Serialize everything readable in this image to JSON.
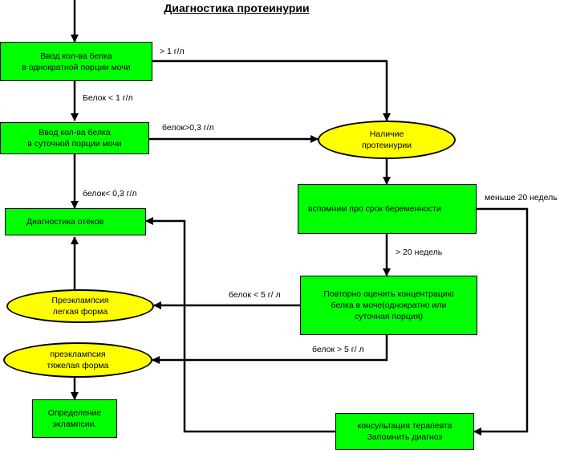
{
  "title": "Диагностика протеинурии",
  "nodes": {
    "single_portion": "Ввод  кол-ва белка\nв однократной порции мочи",
    "daily_portion": "Ввод кол-ва белка\nв суточной порции мочи",
    "edema": "Диагностика отёков",
    "proteinuria": "Наличие\nпротеинурии",
    "pregnancy_term": "вспомним про срок беременности",
    "reassess": "Повторно оценить концентрацию\nбелка в моче(однократно или\nсуточная порция)",
    "mild": "Преэклампсия\nлегкая форма",
    "severe": "преэклампсия\nтяжелая форма",
    "eclampsia": "Определение\nэклампсии.",
    "therapist": "консультация терапевта\nЗапомнить диагноз"
  },
  "edges": {
    "gt1": "> 1 г/л",
    "lt1": "Белок < 1 г/л",
    "gt03": "белок>0,3 г/л",
    "lt03": "белок< 0,3 г/л",
    "less20": "меньше 20 недель",
    "gt20": "> 20 недель",
    "lt5": "белок < 5 г/ л",
    "gt5": "белок > 5 г/ л"
  },
  "colors": {
    "process": "#00ff00",
    "decision": "#ffff00",
    "line": "#000000"
  }
}
